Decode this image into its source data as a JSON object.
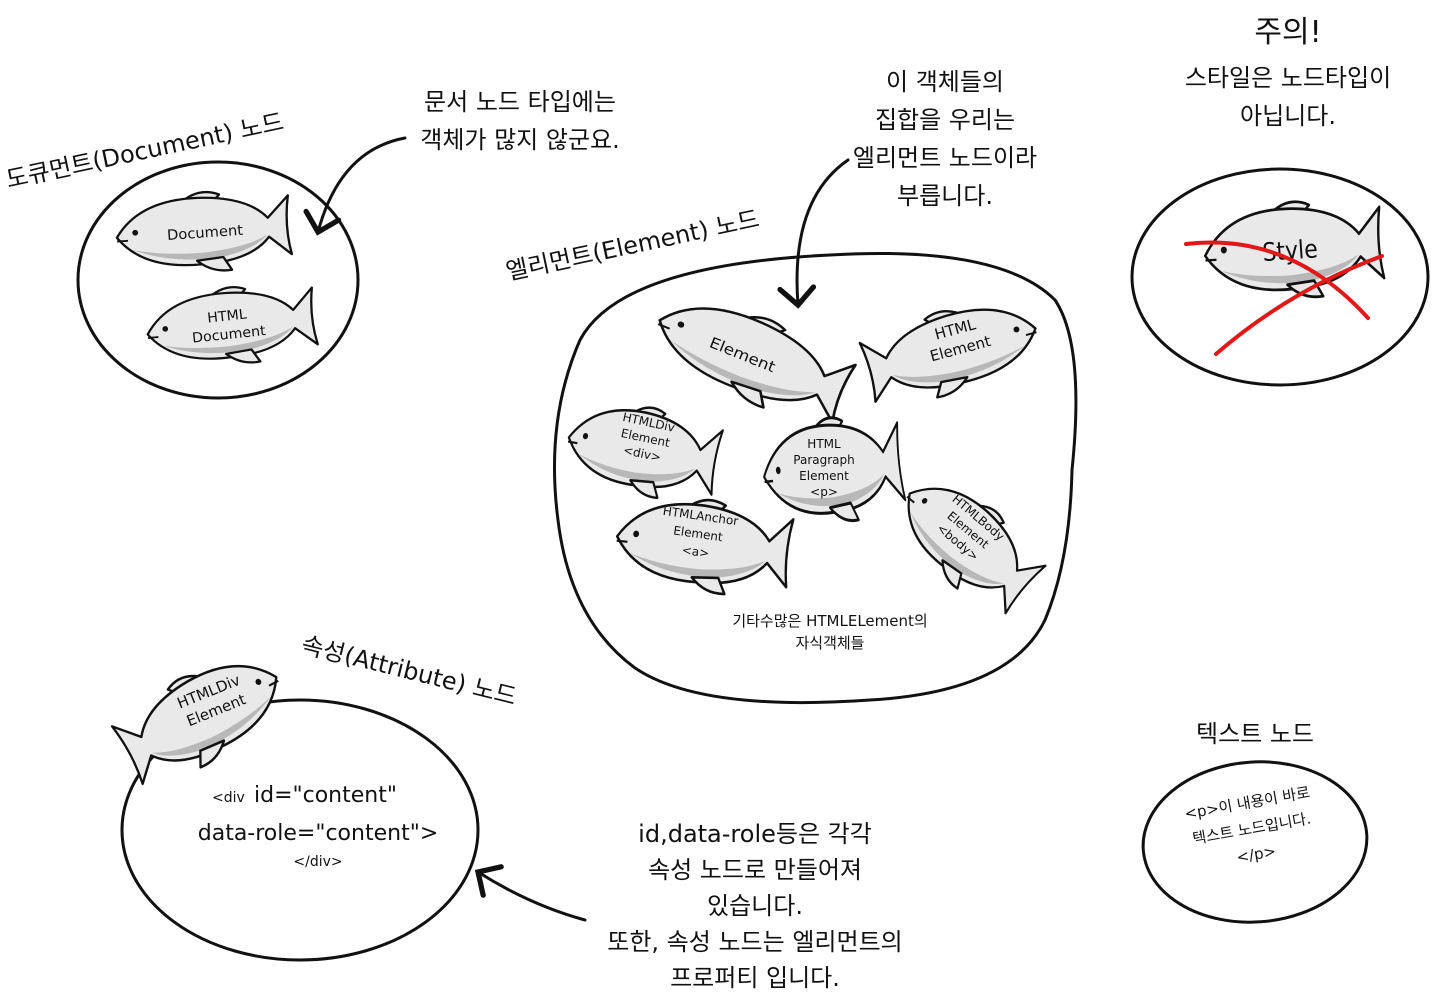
{
  "document_section": {
    "title": "도큐먼트(Document) 노드",
    "note_lines": [
      "문서 노드 타입에는",
      "객체가 많지 않군요."
    ],
    "fish": [
      {
        "label_lines": [
          "Document"
        ]
      },
      {
        "label_lines": [
          "HTML",
          "Document"
        ]
      }
    ]
  },
  "element_section": {
    "title": "엘리먼트(Element) 노드",
    "note_lines": [
      "이 객체들의",
      "집합을 우리는",
      "엘리먼트 노드이라",
      "부릅니다."
    ],
    "fish": [
      {
        "label_lines": [
          "Element"
        ]
      },
      {
        "label_lines": [
          "HTML",
          "Element"
        ]
      },
      {
        "label_lines": [
          "HTMLDiv",
          "Element",
          "<div>"
        ]
      },
      {
        "label_lines": [
          "HTML",
          "Paragraph",
          "Element",
          "<p>"
        ]
      },
      {
        "label_lines": [
          "HTMLAnchor",
          "Element",
          "<a>"
        ]
      },
      {
        "label_lines": [
          "HTMLBody",
          "Element",
          "<body>"
        ]
      }
    ],
    "footer_lines": [
      "기타수많은 HTMLELement의",
      "자식객체들"
    ]
  },
  "warning_section": {
    "title": "주의!",
    "note_lines": [
      "스타일은 노드타입이",
      "아닙니다."
    ],
    "fish_label": "Style",
    "cross_color": "#e01818"
  },
  "attribute_section": {
    "title": "속성(Attribute) 노드",
    "fish_label_lines": [
      "HTMLDiv",
      "Element"
    ],
    "code_open_tag": "<div",
    "code_line1": "id=\"content\"",
    "code_line2": "data-role=\"content\">",
    "code_close_tag": "</div>",
    "note_lines": [
      "id,data-role등은 각각",
      "속성 노드로 만들어져",
      "있습니다.",
      "또한, 속성 노드는 엘리먼트의",
      "프로퍼티 입니다."
    ]
  },
  "text_section": {
    "title": "텍스트 노드",
    "content_lines": [
      "<p>이 내용이 바로",
      "텍스트 노드입니다.",
      "</p>"
    ]
  }
}
